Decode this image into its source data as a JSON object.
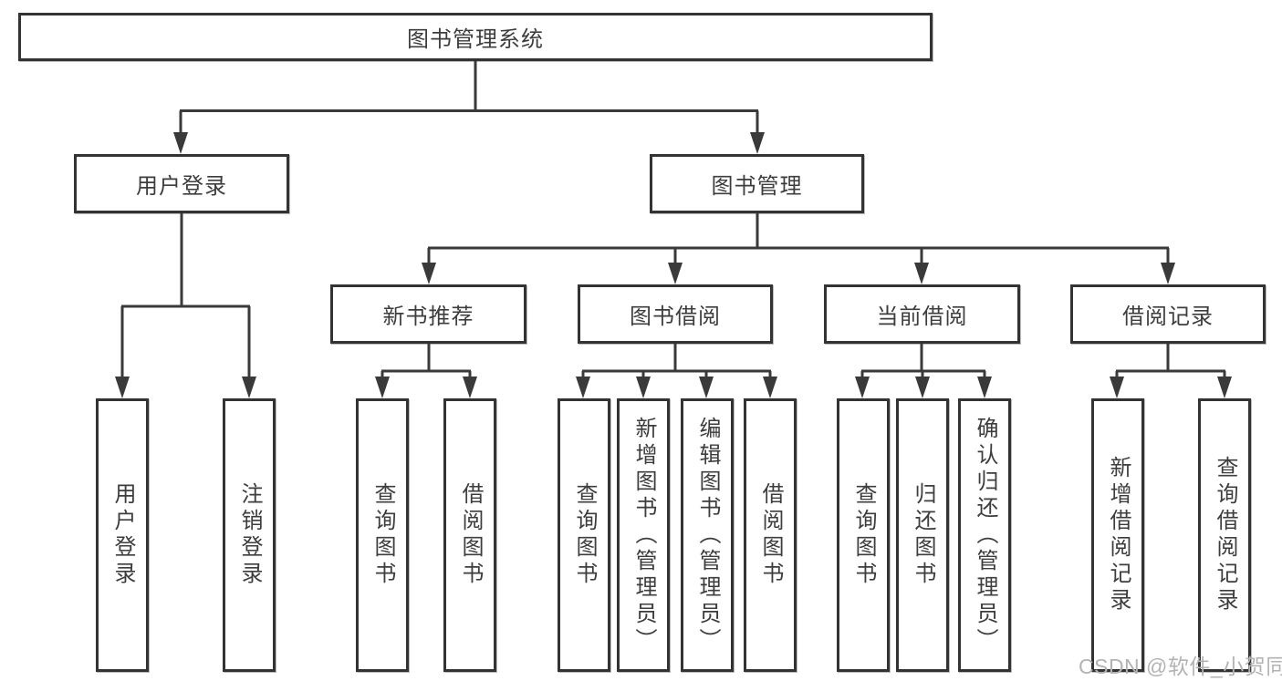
{
  "diagram": {
    "root": "图书管理系统",
    "branches": [
      {
        "label": "用户登录",
        "children": [
          {
            "label": "用户登录"
          },
          {
            "label": "注销登录"
          }
        ]
      },
      {
        "label": "图书管理",
        "children": [
          {
            "label": "新书推荐",
            "children": [
              {
                "label": "查询图书"
              },
              {
                "label": "借阅图书"
              }
            ]
          },
          {
            "label": "图书借阅",
            "children": [
              {
                "label": "查询图书"
              },
              {
                "label": "新增图书（管理员）"
              },
              {
                "label": "编辑图书（管理员）"
              },
              {
                "label": "借阅图书"
              }
            ]
          },
          {
            "label": "当前借阅",
            "children": [
              {
                "label": "查询图书"
              },
              {
                "label": "归还图书"
              },
              {
                "label": "确认归还（管理员）"
              }
            ]
          },
          {
            "label": "借阅记录",
            "children": [
              {
                "label": "新增借阅记录"
              },
              {
                "label": "查询借阅记录"
              }
            ]
          }
        ]
      }
    ]
  },
  "watermark": "CSDN @软件_小贺同学",
  "colors": {
    "line": "#3a3a3a",
    "box_border": "#333333",
    "text": "#3d3d3d",
    "background": "#ffffff",
    "watermark": "#b3b3b3"
  }
}
